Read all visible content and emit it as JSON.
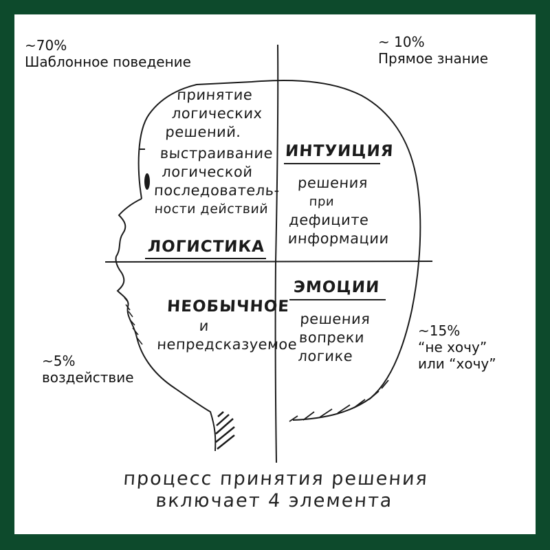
{
  "corners": {
    "top_left": {
      "percent": "~70%",
      "label": "Шаблонное поведение"
    },
    "top_right": {
      "percent": "~ 10%",
      "label": "Прямое знание"
    },
    "bottom_right": {
      "percent": "~15%",
      "line1": "“не хочу”",
      "line2": "или “хочу”"
    },
    "bottom_left": {
      "percent": "~5%",
      "label": "воздействие"
    }
  },
  "quadrants": {
    "logic": {
      "lines": [
        "принятие",
        "логических",
        "решений.",
        "выстраивание",
        "логической",
        "последователь-",
        "ности действий"
      ],
      "title": "ЛОГИСТИКА"
    },
    "intuition": {
      "title": "ИНТУИЦИЯ",
      "lines": [
        "решения",
        "при",
        "дефиците",
        "информации"
      ]
    },
    "unusual": {
      "title": "НЕОБЫЧНОЕ",
      "lines": [
        "и",
        "непредсказуемое"
      ]
    },
    "emotions": {
      "title": "ЭМОЦИИ",
      "lines": [
        "решения",
        "вопреки",
        "логике"
      ]
    }
  },
  "caption": {
    "line1": "процесс принятия решения",
    "line2": "включает 4 элемента"
  },
  "colors": {
    "frame": "#0d4a2c",
    "paper": "#ffffff",
    "ink": "#1a1a1a"
  }
}
